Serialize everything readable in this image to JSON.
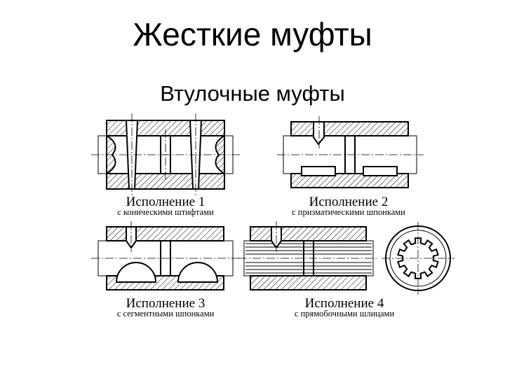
{
  "slide": {
    "title": "Жесткие муфты",
    "subtitle": "Втулочные муфты"
  },
  "variants": [
    {
      "title": "Исполнение 1",
      "caption": "с коническими штифтами"
    },
    {
      "title": "Исполнение 2",
      "caption": "с призматическими шпонками"
    },
    {
      "title": "Исполнение 3",
      "caption": "с сегментными шпонками"
    },
    {
      "title": "Исполнение 4",
      "caption": "с прямобочными шлицами"
    }
  ]
}
